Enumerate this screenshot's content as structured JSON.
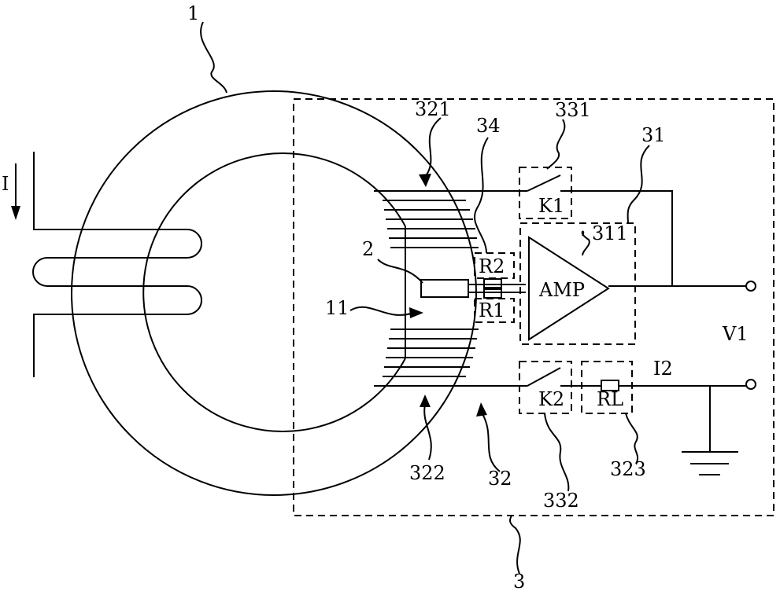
{
  "figure": {
    "labels": {
      "current": "I",
      "amp": "AMP",
      "k1": "K1",
      "k2": "K2",
      "r1": "R1",
      "r2": "R2",
      "rl": "RL",
      "v1": "V1",
      "i2": "I2"
    },
    "refs": {
      "core": "1",
      "slot": "11",
      "sensor": "2",
      "circuit_box": "3",
      "amp_circuit": "31",
      "amp_block": "311",
      "feedback_circuit": "32",
      "winding_upper": "321",
      "winding_lower": "322",
      "load_block": "323",
      "switch_k1": "331",
      "switch_k2": "332",
      "resistors": "34"
    }
  }
}
